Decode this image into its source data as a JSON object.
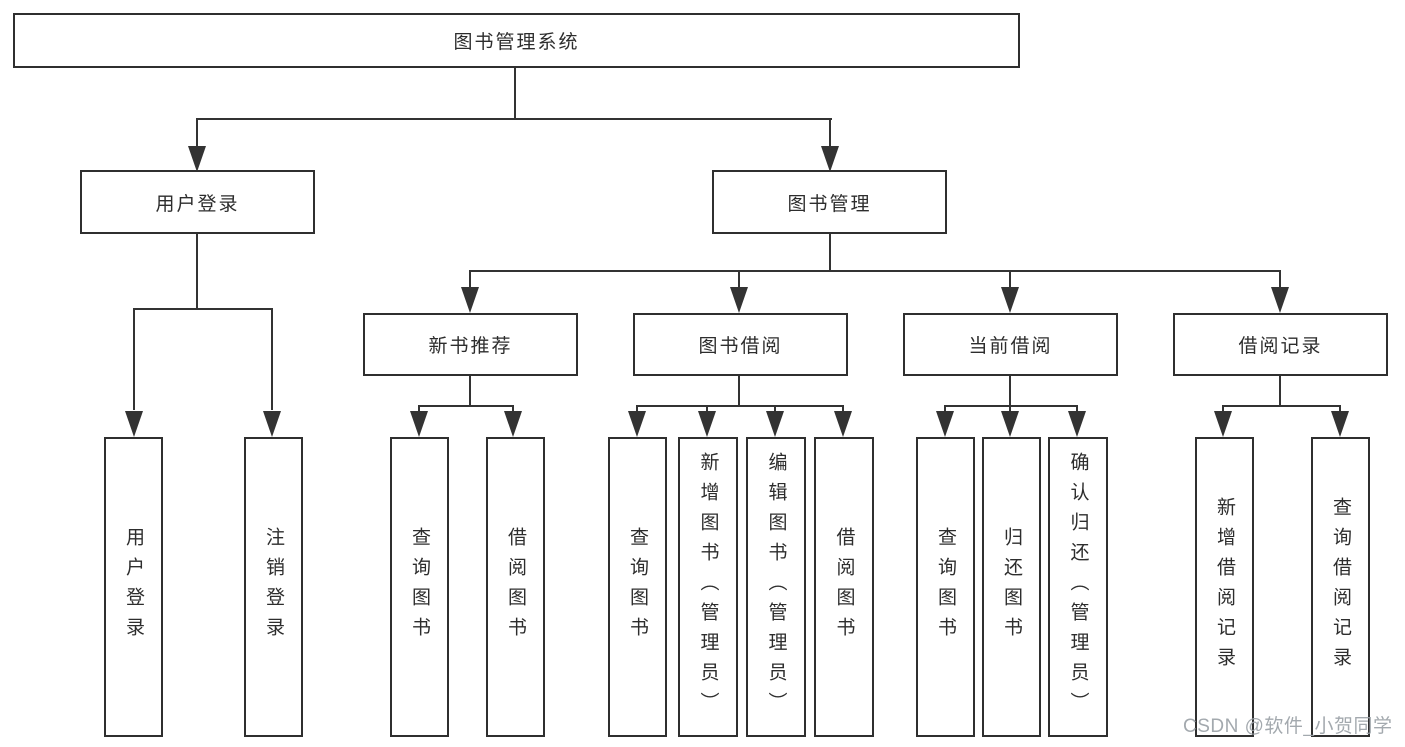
{
  "diagram": {
    "nodes": {
      "root": "图书管理系统",
      "user_login": "用户登录",
      "book_mgmt": "图书管理",
      "new_book_rec": "新书推荐",
      "book_borrow": "图书借阅",
      "current_borrow": "当前借阅",
      "borrow_records": "借阅记录",
      "leaf_user_login": "用户登录",
      "leaf_logout": "注销登录",
      "leaf_query_books_rec": "查询图书",
      "leaf_borrow_books_rec": "借阅图书",
      "leaf_query_books_borrow": "查询图书",
      "leaf_add_book_admin": "新增图书（管理员）",
      "leaf_edit_book_admin": "编辑图书（管理员）",
      "leaf_borrow_books_borrow": "借阅图书",
      "leaf_query_books_cur": "查询图书",
      "leaf_return_book": "归还图书",
      "leaf_confirm_return_admin": "确认归还（管理员）",
      "leaf_add_borrow_record": "新增借阅记录",
      "leaf_query_borrow_record": "查询借阅记录"
    },
    "tree": {
      "图书管理系统": {
        "用户登录": [
          "用户登录",
          "注销登录"
        ],
        "图书管理": {
          "新书推荐": [
            "查询图书",
            "借阅图书"
          ],
          "图书借阅": [
            "查询图书",
            "新增图书（管理员）",
            "编辑图书（管理员）",
            "借阅图书"
          ],
          "当前借阅": [
            "查询图书",
            "归还图书",
            "确认归还（管理员）"
          ],
          "借阅记录": [
            "新增借阅记录",
            "查询借阅记录"
          ]
        }
      }
    },
    "colors": {
      "line": "#333333",
      "border": "#2f2f2f",
      "text": "#2d2d2d",
      "background": "#ffffff",
      "watermark": "#9aa0a6"
    }
  },
  "watermark": {
    "text": "CSDN @软件_小贺同学"
  }
}
